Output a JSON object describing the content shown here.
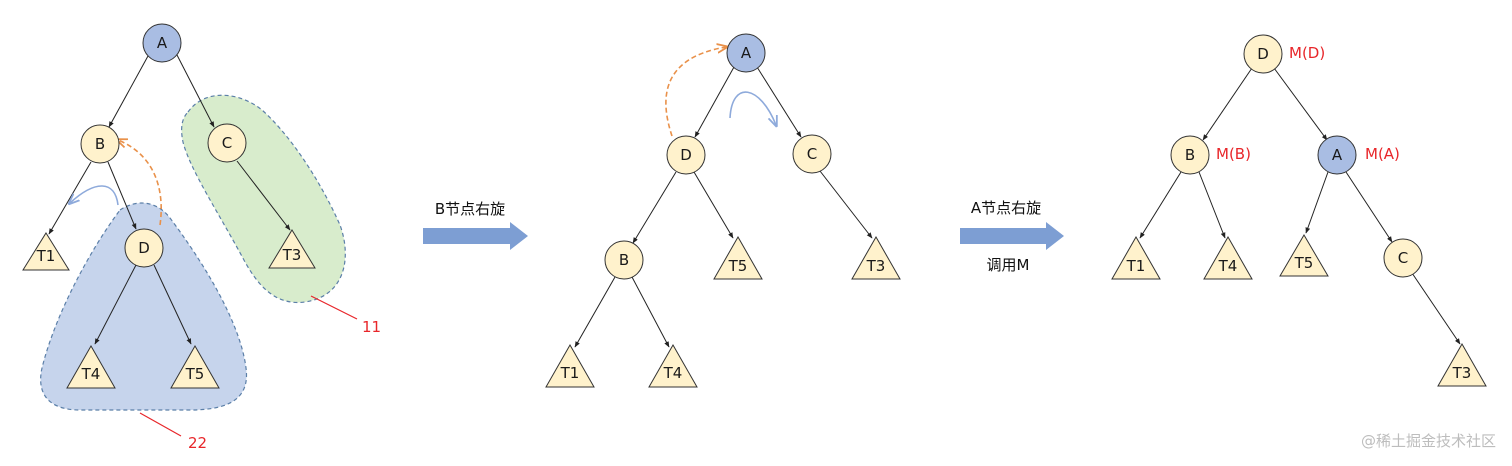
{
  "colors": {
    "node_fill": "#fff2cc",
    "node_fill_blue": "#a9bde3",
    "node_stroke": "#333333",
    "region_green": "#d8eccc",
    "region_blue": "#c6d4ec",
    "region_border": "#5b7fa8",
    "step_arrow": "#7d9ed3",
    "orange_arrow": "#e9914a",
    "blue_curve": "#8eaadb",
    "annotation_red": "#e8262a"
  },
  "diagrams": {
    "left": {
      "nodes": {
        "A": "A",
        "B": "B",
        "C": "C",
        "D": "D"
      },
      "subtrees": {
        "T1": "T1",
        "T3": "T3",
        "T4": "T4",
        "T5": "T5"
      },
      "callouts": {
        "green_region": "11",
        "blue_region": "22"
      }
    },
    "middle": {
      "nodes": {
        "A": "A",
        "D": "D",
        "C": "C",
        "B": "B"
      },
      "subtrees": {
        "T5": "T5",
        "T3": "T3",
        "T1": "T1",
        "T4": "T4"
      }
    },
    "right": {
      "nodes": {
        "D": "D",
        "B": "B",
        "A": "A",
        "C": "C"
      },
      "subtrees": {
        "T1": "T1",
        "T4": "T4",
        "T5": "T5",
        "T3": "T3"
      },
      "annotations": {
        "D": "M(D)",
        "B": "M(B)",
        "A": "M(A)"
      }
    }
  },
  "steps": {
    "step1": {
      "label": "B节点右旋"
    },
    "step2": {
      "label": "A节点右旋",
      "sublabel": "调用M"
    }
  },
  "watermark": "@稀土掘金技术社区"
}
